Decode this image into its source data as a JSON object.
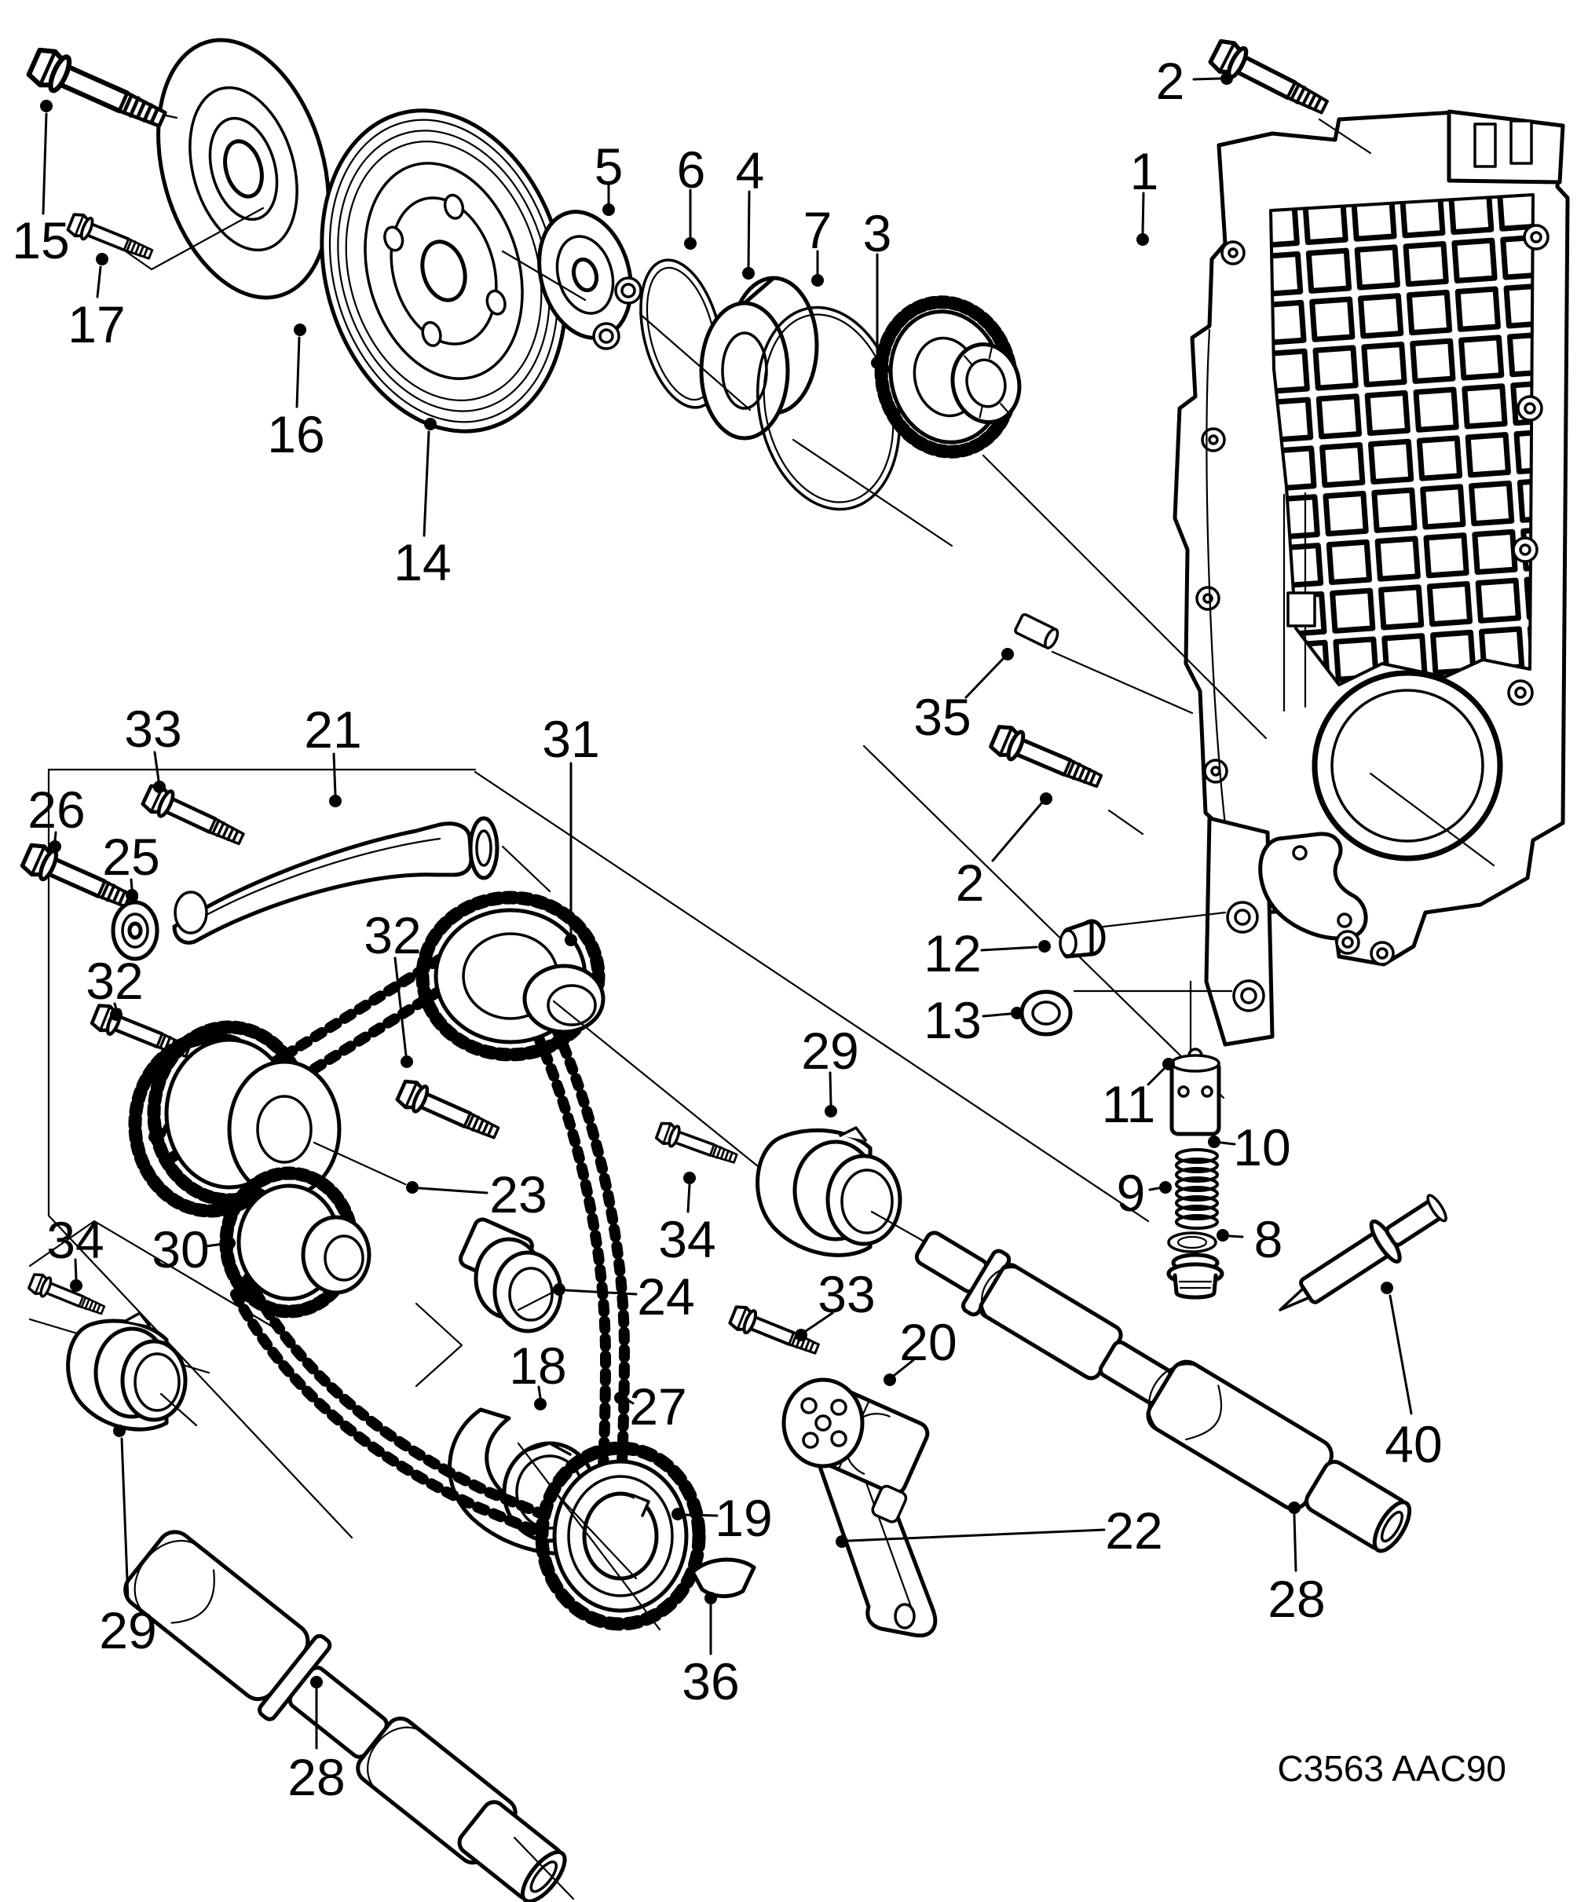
{
  "diagram": {
    "code": "C3563 AAC90",
    "callouts": {
      "c15": {
        "text": "15"
      },
      "c17": {
        "text": "17"
      },
      "c16": {
        "text": "16"
      },
      "c14": {
        "text": "14"
      },
      "c5": {
        "text": "5"
      },
      "c6": {
        "text": "6"
      },
      "c4": {
        "text": "4"
      },
      "c7": {
        "text": "7"
      },
      "c3": {
        "text": "3"
      },
      "c2a": {
        "text": "2"
      },
      "c1": {
        "text": "1"
      },
      "c35": {
        "text": "35"
      },
      "c2b": {
        "text": "2"
      },
      "c12": {
        "text": "12"
      },
      "c13": {
        "text": "13"
      },
      "c11": {
        "text": "11"
      },
      "c10": {
        "text": "10"
      },
      "c9": {
        "text": "9"
      },
      "c8": {
        "text": "8"
      },
      "c40": {
        "text": "40"
      },
      "c33a": {
        "text": "33"
      },
      "c21": {
        "text": "21"
      },
      "c31": {
        "text": "31"
      },
      "c26": {
        "text": "26"
      },
      "c25": {
        "text": "25"
      },
      "c32a": {
        "text": "32"
      },
      "c32b": {
        "text": "32"
      },
      "c23": {
        "text": "23"
      },
      "c29a": {
        "text": "29"
      },
      "c34a": {
        "text": "34"
      },
      "c24": {
        "text": "24"
      },
      "c33b": {
        "text": "33"
      },
      "c30": {
        "text": "30"
      },
      "c34b": {
        "text": "34"
      },
      "c18": {
        "text": "18"
      },
      "c27": {
        "text": "27"
      },
      "c20": {
        "text": "20"
      },
      "c19": {
        "text": "19"
      },
      "c36": {
        "text": "36"
      },
      "c22": {
        "text": "22"
      },
      "c29b": {
        "text": "29"
      },
      "c28a": {
        "text": "28"
      },
      "c28b": {
        "text": "28"
      }
    }
  }
}
